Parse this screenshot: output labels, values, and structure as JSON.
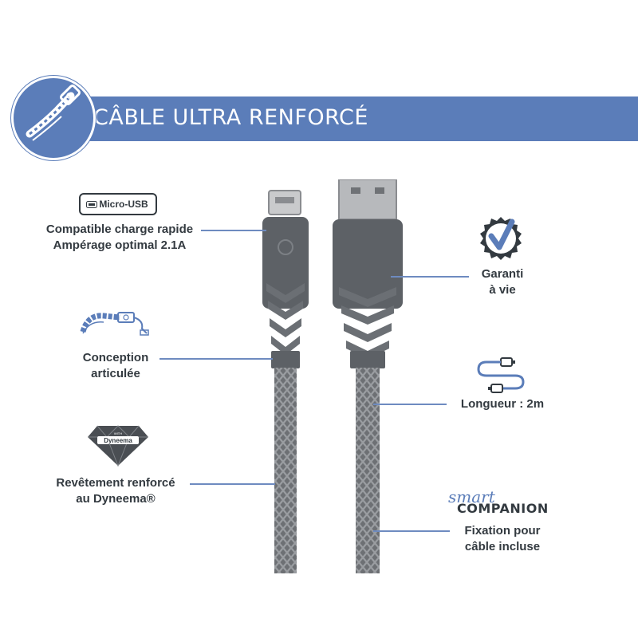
{
  "banner": {
    "title": "CÂBLE ULTRA RENFORCÉ"
  },
  "features_left": [
    {
      "chip": "Micro-USB",
      "lines": [
        "Compatible charge rapide",
        "Ampérage optimal 2.1A"
      ],
      "icon": "micro-usb-chip-icon"
    },
    {
      "lines": [
        "Conception",
        "articulée"
      ],
      "icon": "articulated-cable-icon"
    },
    {
      "badge_small": "WITH",
      "badge": "Dyneema",
      "lines": [
        "Revêtement renforcé",
        "au Dyneema®"
      ],
      "icon": "dyneema-diamond-icon"
    }
  ],
  "features_right": [
    {
      "lines": [
        "Garanti",
        "à vie"
      ],
      "icon": "warranty-seal-check-icon"
    },
    {
      "lines": [
        "Longueur : 2m"
      ],
      "icon": "cable-length-icon"
    },
    {
      "brand_script": "smart",
      "brand": "COMPANION",
      "lines": [
        "Fixation pour",
        "câble incluse"
      ],
      "icon": "smart-companion-logo"
    }
  ],
  "colors": {
    "accent": "#5b7db9",
    "text": "#333a40",
    "cable": "#76797d",
    "connector": "#5d6166"
  }
}
